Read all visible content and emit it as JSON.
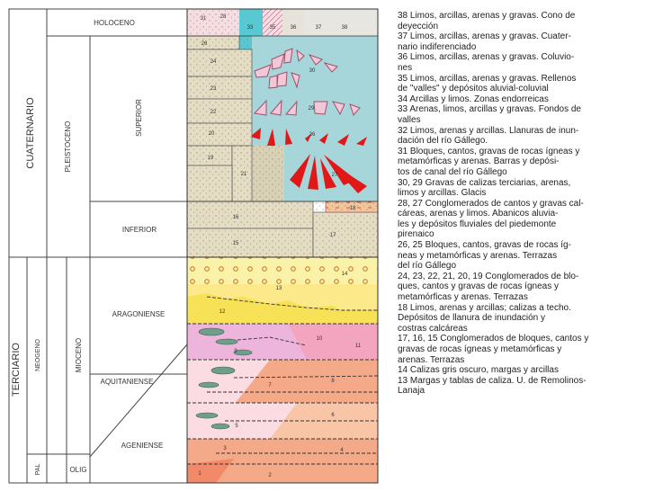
{
  "stratigraphy": {
    "eras": {
      "quaternary": "CUATERNARIO",
      "tertiary": "TERCIARIO"
    },
    "epochs": {
      "holocene": "HOLOCENO",
      "pleistocene": "PLEISTOCENO",
      "neogene": "NEOGENO",
      "paleogene_abbr": "PAL",
      "miocene": "MIOCENO",
      "oligocene_abbr": "OLIG"
    },
    "stages": {
      "upper": "SUPERIOR",
      "lower": "INFERIOR",
      "aragonian": "ARAGONIENSE",
      "aquitanian": "AQUITANIENSE",
      "agenian": "AGENIENSE"
    },
    "unit_numbers": [
      "31",
      "28",
      "33",
      "35",
      "36",
      "37",
      "38",
      "26",
      "30",
      "24",
      "29",
      "23",
      "22",
      "26",
      "20",
      "21",
      "27",
      "19",
      "18",
      "16",
      "17",
      "15",
      "14",
      "13",
      "12",
      "11",
      "10",
      "9",
      "8",
      "7",
      "6",
      "5",
      "4",
      "3",
      "2",
      "1"
    ],
    "colors": {
      "alluvial_tan": "#d9d1b6",
      "terrace_beige": "#e4ddc4",
      "glacis_cyan": "#a7d6da",
      "pink_fan": "#f2c7d8",
      "red_fan": "#e01818",
      "yellow": "#f6e157",
      "light_yellow": "#fbf2a9",
      "magenta_pink": "#eeb5dc",
      "salmon": "#f4aa88",
      "light_pink": "#fbdce2",
      "cyan_cell": "#58c8d2",
      "peach": "#f8c6a6",
      "gravel_green": "#5a8e7a"
    }
  },
  "legend": [
    "38 Limos, arcillas, arenas y gravas. Cono de",
    "deyección",
    "37 Limos, arcillas, arenas y gravas. Cuater-",
    "nario indiferenciado",
    "36 Limos, arcillas, arenas y gravas. Coluvio-",
    "nes",
    "35 Limos, arcillas, arenas y gravas. Rellenos",
    "de \"valles\" y depósitos aluvial-coluvial",
    "34 Arcillas y limos. Zonas endorreicas",
    "33 Arenas, limos, arcillas y gravas. Fondos de",
    "valles",
    "32 Limos, arenas y arcillas. Llanuras de inun-",
    "dación del río Gállego.",
    "31 Bloques, cantos, gravas de rocas ígneas y",
    "metamórficas y arenas. Barras y depósi-",
    "tos de canal del río Gállego",
    "30, 29 Gravas de calizas terciarias, arenas,",
    "limos y arcillas. Glacis",
    "28, 27 Conglomerados de cantos y gravas cal-",
    "cáreas, arenas y limos. Abanicos aluvia-",
    "les y depósitos fluviales del piedemonte",
    "pirenaico",
    "26, 25 Bloques, cantos, gravas de rocas íg-",
    "neas y metamórficas y arenas. Terrazas",
    "del río Gállego",
    "24, 23, 22, 21, 20, 19 Conglomerados de blo-",
    "ques, cantos y gravas de rocas ígneas y",
    "metamórficas y arenas. Terrazas",
    "18 Limos, arenas y arcillas; calizas a techo.",
    "Depósitos de llanura de inundación y",
    "costras calcáreas",
    "17, 16, 15 Conglomerados de bloques, cantos y",
    "gravas de rocas ígneas y metamórficas y",
    "arenas. Terrazas",
    "14 Calizas gris oscuro, margas y arcillas",
    "13 Margas y tablas de caliza. U. de Remolinos-",
    "Lanaja"
  ]
}
